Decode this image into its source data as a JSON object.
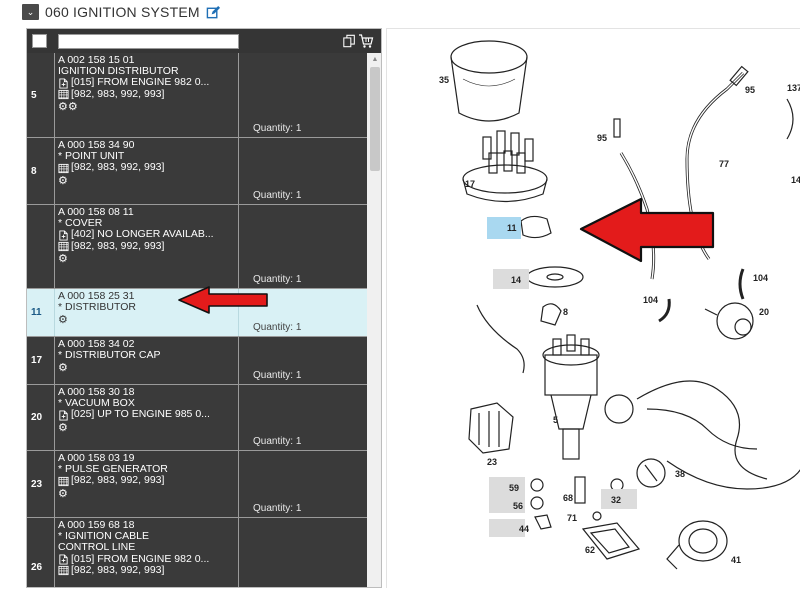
{
  "section": {
    "title": "060 IGNITION SYSTEM",
    "collapse_symbol": "⌄"
  },
  "toolbar": {
    "filter_value": "",
    "copy_icon": "copy-icon",
    "cart_icon": "cart-icon"
  },
  "quantity_label": "Quantity:",
  "rows": [
    {
      "pos": "5",
      "part": "A 002 158 15 01",
      "name": "IGNITION DISTRIBUTOR",
      "note": "[015] FROM ENGINE 982 0...",
      "models": "[982, 983, 992, 993]",
      "qty": "1"
    },
    {
      "pos": "8",
      "part": "A 000 158 34 90",
      "name": "* POINT UNIT",
      "note": "",
      "models": "[982, 983, 992, 993]",
      "qty": "1"
    },
    {
      "pos": "",
      "part": "A 000 158 08 11",
      "name": "* COVER",
      "note": "[402] NO LONGER AVAILAB...",
      "models": "[982, 983, 992, 993]",
      "qty": "1"
    },
    {
      "pos": "11",
      "part": "A 000 158 25 31",
      "name": "* DISTRIBUTOR",
      "note": "",
      "models": "",
      "qty": "1"
    },
    {
      "pos": "17",
      "part": "A 000 158 34 02",
      "name": "* DISTRIBUTOR CAP",
      "note": "",
      "models": "",
      "qty": "1"
    },
    {
      "pos": "20",
      "part": "A 000 158 30 18",
      "name": "* VACUUM BOX",
      "note": "[025] UP TO ENGINE 985 0...",
      "models": "",
      "qty": "1"
    },
    {
      "pos": "23",
      "part": "A 000 158 03 19",
      "name": "* PULSE GENERATOR",
      "note": "",
      "models": "[982, 983, 992, 993]",
      "qty": "1"
    },
    {
      "pos": "26",
      "part": "A 000 159 68 18",
      "name": "* IGNITION CABLE CONTROL LINE",
      "name2": "CONTROL LINE",
      "note": "[015] FROM ENGINE 982 0...",
      "models": "[982, 983, 992, 993]",
      "qty": ""
    }
  ],
  "diagram": {
    "callouts": [
      "35",
      "95",
      "137",
      "17",
      "95",
      "77",
      "14",
      "11",
      "14",
      "104",
      "104",
      "8",
      "20",
      "5",
      "23",
      "38",
      "59",
      "56",
      "68",
      "32",
      "71",
      "44",
      "62",
      "41"
    ],
    "highlight_color": "#a9d8f0",
    "muted_color": "#d9d9d9",
    "arrow_color": "#e31b1b"
  }
}
